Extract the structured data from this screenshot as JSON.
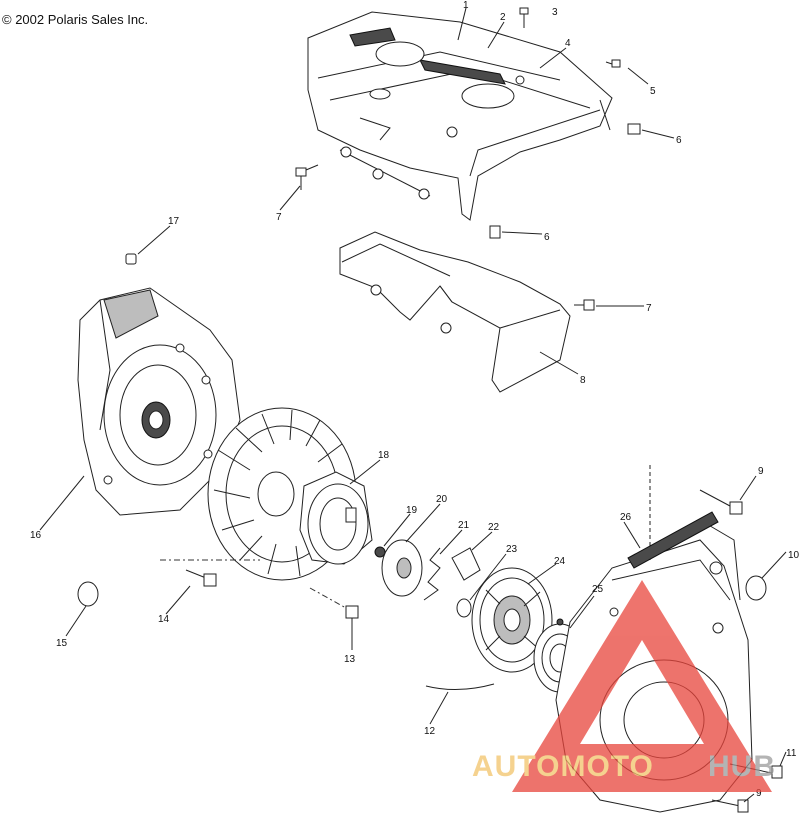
{
  "copyright": "© 2002 Polaris Sales Inc.",
  "callouts": [
    {
      "id": "c1",
      "text": "1"
    },
    {
      "id": "c2",
      "text": "2"
    },
    {
      "id": "c3",
      "text": "3"
    },
    {
      "id": "c4",
      "text": "4"
    },
    {
      "id": "c5",
      "text": "5"
    },
    {
      "id": "c6a",
      "text": "6"
    },
    {
      "id": "c6b",
      "text": "6"
    },
    {
      "id": "c7a",
      "text": "7"
    },
    {
      "id": "c7b",
      "text": "7"
    },
    {
      "id": "c8",
      "text": "8"
    },
    {
      "id": "c9a",
      "text": "9"
    },
    {
      "id": "c9b",
      "text": "9"
    },
    {
      "id": "c10",
      "text": "10"
    },
    {
      "id": "c11",
      "text": "11"
    },
    {
      "id": "c12",
      "text": "12"
    },
    {
      "id": "c13",
      "text": "13"
    },
    {
      "id": "c14",
      "text": "14"
    },
    {
      "id": "c15",
      "text": "15"
    },
    {
      "id": "c16",
      "text": "16"
    },
    {
      "id": "c17",
      "text": "17"
    },
    {
      "id": "c18",
      "text": "18"
    },
    {
      "id": "c19",
      "text": "19"
    },
    {
      "id": "c20",
      "text": "20"
    },
    {
      "id": "c21",
      "text": "21"
    },
    {
      "id": "c22",
      "text": "22"
    },
    {
      "id": "c23",
      "text": "23"
    },
    {
      "id": "c24",
      "text": "24"
    },
    {
      "id": "c25",
      "text": "25"
    },
    {
      "id": "c26",
      "text": "26"
    }
  ],
  "watermark": {
    "part1": "AUTOMOTO",
    "part2": "HUB",
    "triangle_color": "#e8453c",
    "text_color_1": "#f2c46a",
    "text_color_2": "#9c9c9c"
  }
}
